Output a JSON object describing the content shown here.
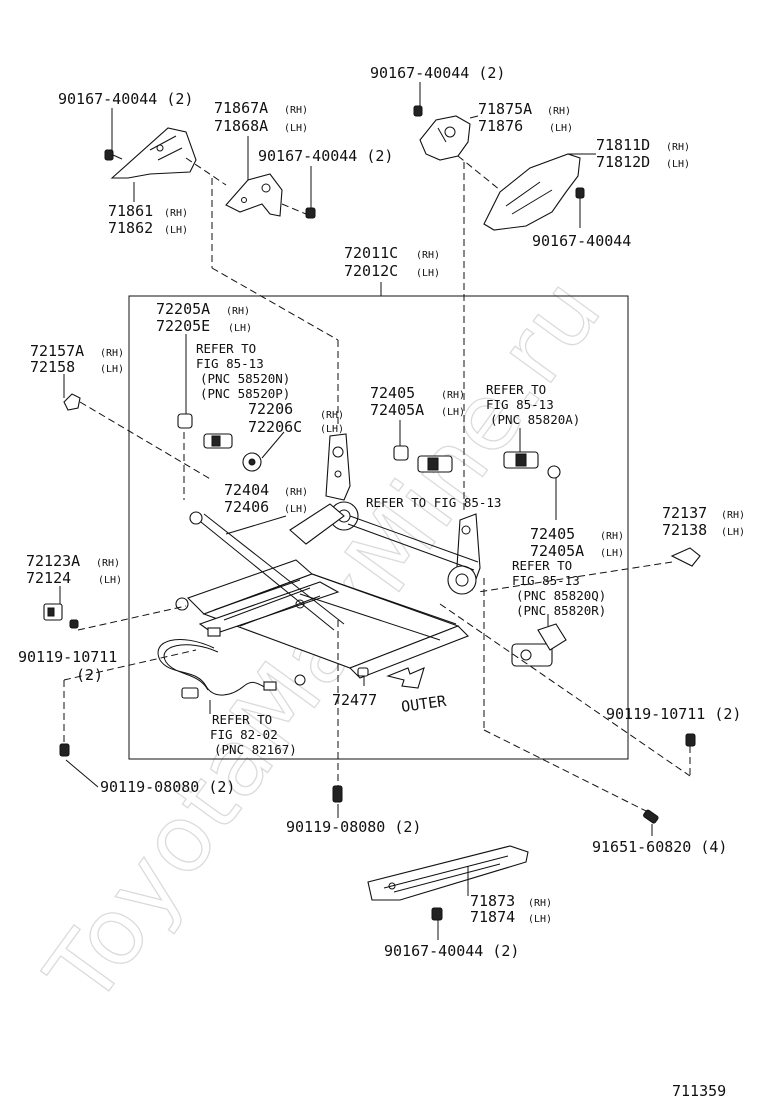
{
  "watermark": "ToyotaMaxMine.ru",
  "figure_number": "711359",
  "labels": {
    "l_90167_tl": "90167-40044 (2)",
    "l_90167_top": "90167-40044 (2)",
    "l_71875": "71875A",
    "l_71875_s": "(RH)",
    "l_71876": "71876",
    "l_71876_s": "(LH)",
    "l_71867": "71867A",
    "l_71867_s": "(RH)",
    "l_71868": "71868A",
    "l_71868_s": "(LH)",
    "l_90167_mid": "90167-40044 (2)",
    "l_71811": "71811D",
    "l_71811_s": "(RH)",
    "l_71812": "71812D",
    "l_71812_s": "(LH)",
    "l_71861": "71861",
    "l_71861_s": "(RH)",
    "l_71862": "71862",
    "l_71862_s": "(LH)",
    "l_90167_r": "90167-40044",
    "l_72011": "72011C",
    "l_72011_s": "(RH)",
    "l_72012": "72012C",
    "l_72012_s": "(LH)",
    "l_72205a": "72205A",
    "l_72205a_s": "(RH)",
    "l_72205e": "72205E",
    "l_72205e_s": "(LH)",
    "l_72157": "72157A",
    "l_72157_s": "(RH)",
    "l_72158": "72158",
    "l_72158_s": "(LH)",
    "n_ref1_1": "REFER TO",
    "n_ref1_2": "FIG 85-13",
    "n_ref1_3": "(PNC 58520N)",
    "n_ref1_4": "(PNC 58520P)",
    "l_72405_a": "72405",
    "l_72405_a_s": "(RH)",
    "l_72405a_a": "72405A",
    "l_72405a_a_s": "(LH)",
    "n_ref2_1": "REFER TO",
    "n_ref2_2": "FIG 85-13",
    "n_ref2_3": "(PNC 85820A)",
    "l_72206": "72206",
    "l_72206_s": "(RH)",
    "l_72206c": "72206C",
    "l_72206c_s": "(LH)",
    "l_72404": "72404",
    "l_72404_s": "(RH)",
    "l_72406": "72406",
    "l_72406_s": "(LH)",
    "n_ref3": "REFER TO FIG 85-13",
    "l_72137": "72137",
    "l_72137_s": "(RH)",
    "l_72138": "72138",
    "l_72138_s": "(LH)",
    "l_72405_b": "72405",
    "l_72405_b_s": "(RH)",
    "l_72405a_b": "72405A",
    "l_72405a_b_s": "(LH)",
    "n_ref4_1": "REFER TO",
    "n_ref4_2": "FIG 85-13",
    "n_ref4_3": "(PNC 85820Q)",
    "n_ref4_4": "(PNC 85820R)",
    "l_72123": "72123A",
    "l_72123_s": "(RH)",
    "l_72124": "72124",
    "l_72124_s": "(LH)",
    "l_90119_10711_l": "90119-10711",
    "l_90119_10711_l2": "(2)",
    "l_72477": "72477",
    "n_outer": "OUTER",
    "n_ref5_1": "REFER TO",
    "n_ref5_2": "FIG 82-02",
    "n_ref5_3": "(PNC 82167)",
    "l_90119_10711_r": "90119-10711 (2)",
    "l_90119_08080_l": "90119-08080 (2)",
    "l_90119_08080_b": "90119-08080 (2)",
    "l_91651": "91651-60820 (4)",
    "l_71873": "71873",
    "l_71873_s": "(RH)",
    "l_71874": "71874",
    "l_71874_s": "(LH)",
    "l_90167_bot": "90167-40044 (2)"
  }
}
